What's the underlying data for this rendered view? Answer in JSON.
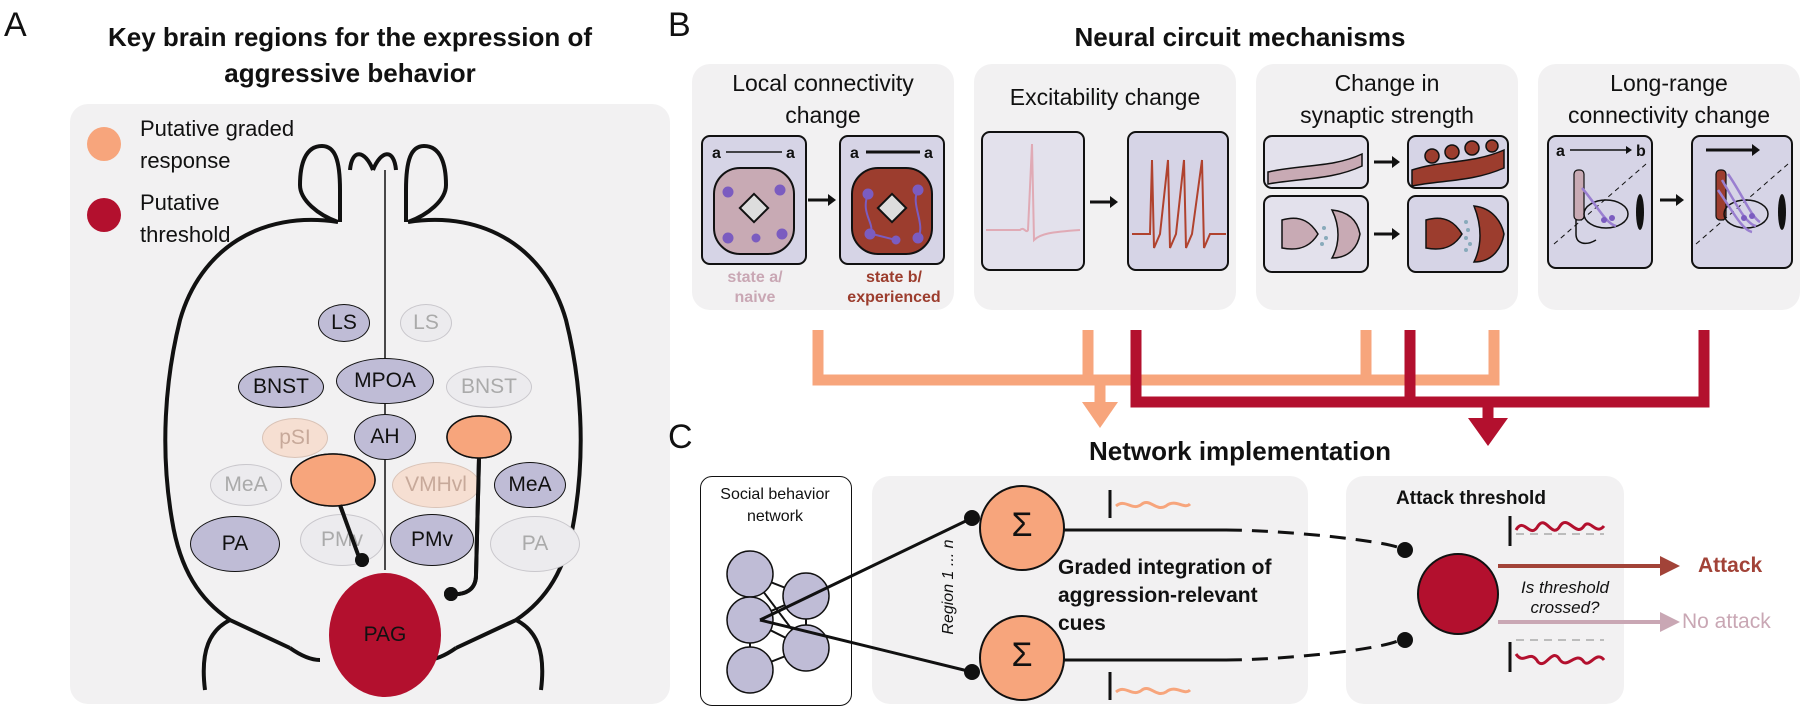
{
  "panelA": {
    "letter": "A",
    "title_line1": "Key brain regions for the expression of",
    "title_line2": "aggressive behavior",
    "legend": [
      {
        "label_line1": "Putative graded",
        "label_line2": "response",
        "color": "#f7a57c"
      },
      {
        "label_line1": "Putative",
        "label_line2": "threshold",
        "color": "#b3102e"
      }
    ],
    "regions": {
      "ls_left": "LS",
      "ls_right": "LS",
      "bnst_left": "BNST",
      "mpoa": "MPOA",
      "bnst_right": "BNST",
      "psi": "pSI",
      "ah": "AH",
      "mea_left": "MeA",
      "vmhvl": "VMHvl",
      "mea_right": "MeA",
      "pa_left": "PA",
      "pmv_left": "PMv",
      "pmv_right": "PMv",
      "pa_right": "PA",
      "pag": "PAG"
    },
    "colors": {
      "region": "#bfbcd6",
      "faded": "#e3e2e6",
      "graded": "#f7a57c",
      "threshold": "#b3102e"
    }
  },
  "panelB": {
    "letter": "B",
    "title": "Neural circuit mechanisms",
    "boxes": [
      {
        "title_line1": "Local connectivity",
        "title_line2": "change"
      },
      {
        "title_line1": "Excitability change",
        "title_line2": ""
      },
      {
        "title_line1": "Change in",
        "title_line2": "synaptic strength"
      },
      {
        "title_line1": "Long-range",
        "title_line2": "connectivity change"
      }
    ],
    "state_a_line1": "state a/",
    "state_a_line2": "naive",
    "state_b_line1": "state b/",
    "state_b_line2": "experienced",
    "label_a": "a",
    "label_b": "b"
  },
  "panelC": {
    "letter": "C",
    "title": "Network implementation",
    "network_label_line1": "Social behavior",
    "network_label_line2": "network",
    "region_label": "Region 1 ... n",
    "sigma": "Σ",
    "graded_line1": "Graded integration of",
    "graded_line2": "aggression-relevant",
    "graded_line3": "cues",
    "threshold_title": "Attack threshold",
    "question_line1": "Is threshold",
    "question_line2": "crossed?",
    "attack": "Attack",
    "no_attack": "No attack"
  }
}
